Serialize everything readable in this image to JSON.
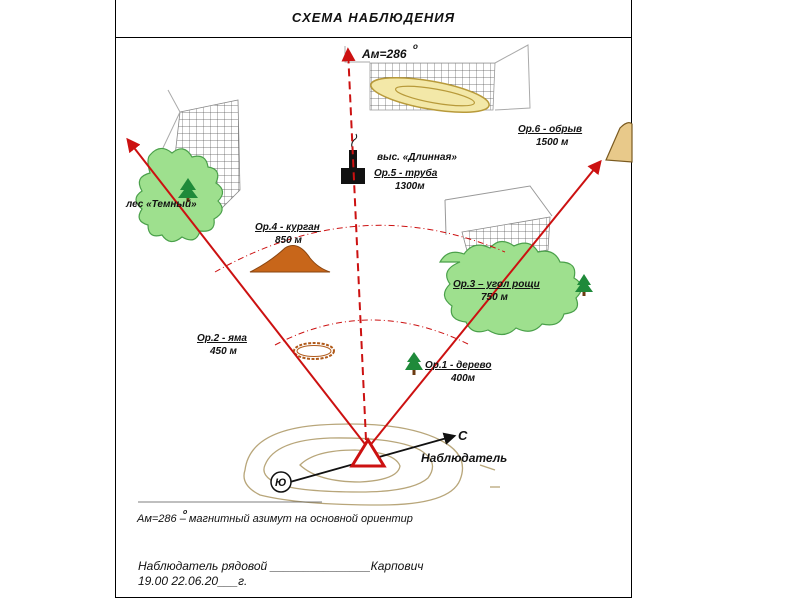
{
  "title": "СХЕМА НАБЛЮДЕНИЯ",
  "azimuth_top": "Ам=286",
  "degree": "о",
  "landmarks": {
    "forest_left": "лес «Темный»",
    "height_label": "выс. «Длинная»",
    "or5_name": "Ор.5 - труба",
    "or5_dist": "1300м",
    "or6_name": "Ор.6 - обрыв",
    "or6_dist": "1500 м",
    "or4_name": "Ор.4 - курган",
    "or4_dist": "850 м",
    "or3_name": "Ор.3 – угол рощи",
    "or3_dist": "750 м",
    "or2_name": "Ор.2 - яма",
    "or2_dist": "450 м",
    "or1_name": "Ор.1 - дерево",
    "or1_dist": "400м"
  },
  "compass_north": "С",
  "compass_south": "Ю",
  "observer_label": "Наблюдатель",
  "footnote": "Ам=286  – магнитный азимут на основной ориентир",
  "footnote_degree": "о",
  "signature_line": "Наблюдатель рядовой _______________Карпович",
  "date_line": "19.00 22.06.20___г.",
  "colors": {
    "ray": "#cc1111",
    "forest": "#9ee08e",
    "forest_stroke": "#4aa04a",
    "mound": "#c8661a",
    "cliff": "#e8c98a",
    "grid": "#555555"
  }
}
